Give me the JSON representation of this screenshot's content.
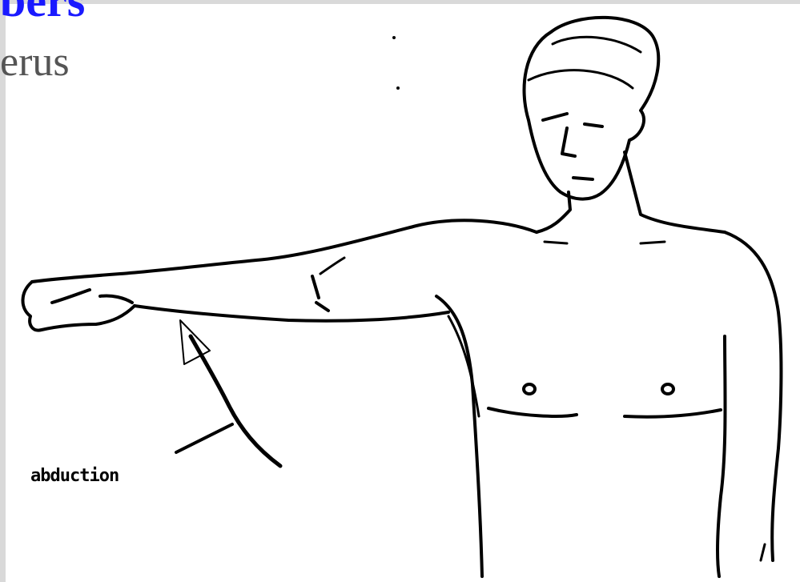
{
  "slide": {
    "heading": "bers",
    "subtitle": "erus"
  },
  "figure": {
    "label": "abduction",
    "icon": "arm-abduction-illustration"
  },
  "colors": {
    "heading": "#1a1aff",
    "subtitle": "#555555",
    "line": "#000000",
    "edge": "#d9d9d9"
  }
}
